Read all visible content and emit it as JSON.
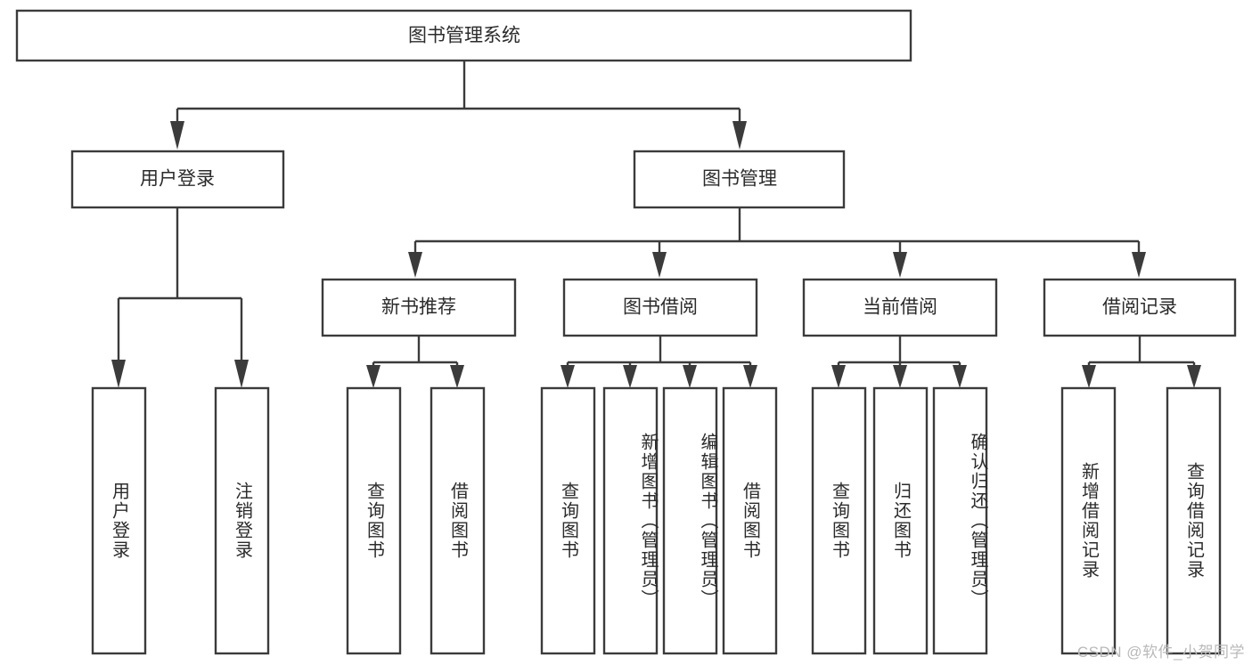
{
  "diagram": {
    "title": "图书管理系统",
    "type": "hierarchy-tree",
    "root": {
      "label": "图书管理系统"
    },
    "level1": [
      {
        "label": "用户登录"
      },
      {
        "label": "图书管理"
      }
    ],
    "level2": [
      {
        "label": "新书推荐",
        "parent": "图书管理"
      },
      {
        "label": "图书借阅",
        "parent": "图书管理"
      },
      {
        "label": "当前借阅",
        "parent": "图书管理"
      },
      {
        "label": "借阅记录",
        "parent": "图书管理"
      }
    ],
    "leaves": [
      {
        "label": "用户登录",
        "parent": "用户登录"
      },
      {
        "label": "注销登录",
        "parent": "用户登录"
      },
      {
        "label": "查询图书",
        "parent": "新书推荐"
      },
      {
        "label": "借阅图书",
        "parent": "新书推荐"
      },
      {
        "label": "查询图书",
        "parent": "图书借阅"
      },
      {
        "label": "新增图书（管理员）",
        "parent": "图书借阅"
      },
      {
        "label": "编辑图书（管理员）",
        "parent": "图书借阅"
      },
      {
        "label": "借阅图书",
        "parent": "图书借阅"
      },
      {
        "label": "查询图书",
        "parent": "当前借阅"
      },
      {
        "label": "归还图书",
        "parent": "当前借阅"
      },
      {
        "label": "确认归还（管理员）",
        "parent": "当前借阅"
      },
      {
        "label": "新增借阅记录",
        "parent": "借阅记录"
      },
      {
        "label": "查询借阅记录",
        "parent": "借阅记录"
      }
    ],
    "colors": {
      "stroke": "#3b3b3b",
      "box_fill": "#ffffff",
      "text": "#2b2b2b",
      "background": "#ffffff",
      "watermark": "#b9b9b9"
    }
  },
  "watermark": {
    "text": "CSDN @软件_小贺同学"
  }
}
